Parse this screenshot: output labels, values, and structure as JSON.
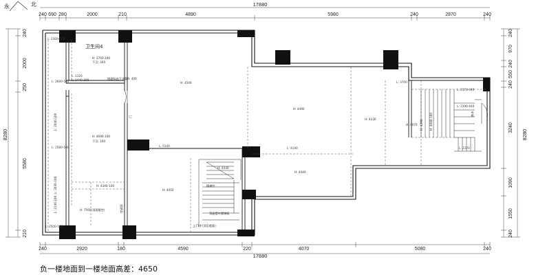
{
  "compass": {
    "label_a": "永",
    "label_b": "北"
  },
  "dims_top": [
    "240",
    "690",
    "280",
    "2000",
    "210",
    "4890",
    "5980",
    "240",
    "2870",
    "240"
  ],
  "dims_bottom": [
    "240",
    "2920",
    "180",
    "4590",
    "220",
    "4070",
    "5080",
    "240"
  ],
  "total_top": "17880",
  "total_bottom": "17880",
  "dims_left": [
    "240",
    "2000",
    "250",
    "5580",
    "210"
  ],
  "total_left": "8280",
  "dims_right": [
    "240",
    "970",
    "240",
    "550",
    "240",
    "3240",
    "1090",
    "1550",
    "240"
  ],
  "total_right": "8280",
  "rooms": {
    "bathroom": "卫生间4",
    "stair_void": "楼梯空",
    "stair_note": "上71步(顶至楼面)",
    "stair_note2": "顶板楼片楼梯板",
    "hot_water": "热水",
    "door": "门"
  },
  "heights": {
    "h4500": "H: 4500",
    "h4490": "H: 4490",
    "h4330": "H: 4330",
    "h4070": "H: 4070",
    "h4440": "H: 4440",
    "h4450": "H: 4450",
    "h4690": "H: 4690",
    "h4690b": "H: 4690-100",
    "h_under": "下沉: 100",
    "h4430": "H: 4430",
    "h4340": "H: 4340-100",
    "h7560": "H: 7560(顶面楼空)"
  },
  "small_labels": {
    "l5140": "L: 5140",
    "l4140": "L: 4140",
    "l3700": "L: 3700",
    "l2170": "L: 2170",
    "l2570": "L: 2570-440",
    "l2190": "L: 2190-440",
    "l2300": "L: 2300-100",
    "l2640": "L: 2640-100",
    "l2040": "L: 2040-100",
    "l2580": "L: 2580-100",
    "l3030": "L: 3030-100",
    "l2240": "L: 2240-100",
    "l2500": "L: 2500-100",
    "h2700": "H: 2700-200",
    "h_down": "下沉: 300",
    "l1120": "L: 1120",
    "l1440": "L: 1440-300",
    "floor_note": "地面标出下水管6: 400",
    "h4390": "H: 4390",
    "h4080": "H: 4080-100",
    "h_room": "空调洞"
  },
  "caption": "负一楼地面到一楼地面高差：4650"
}
